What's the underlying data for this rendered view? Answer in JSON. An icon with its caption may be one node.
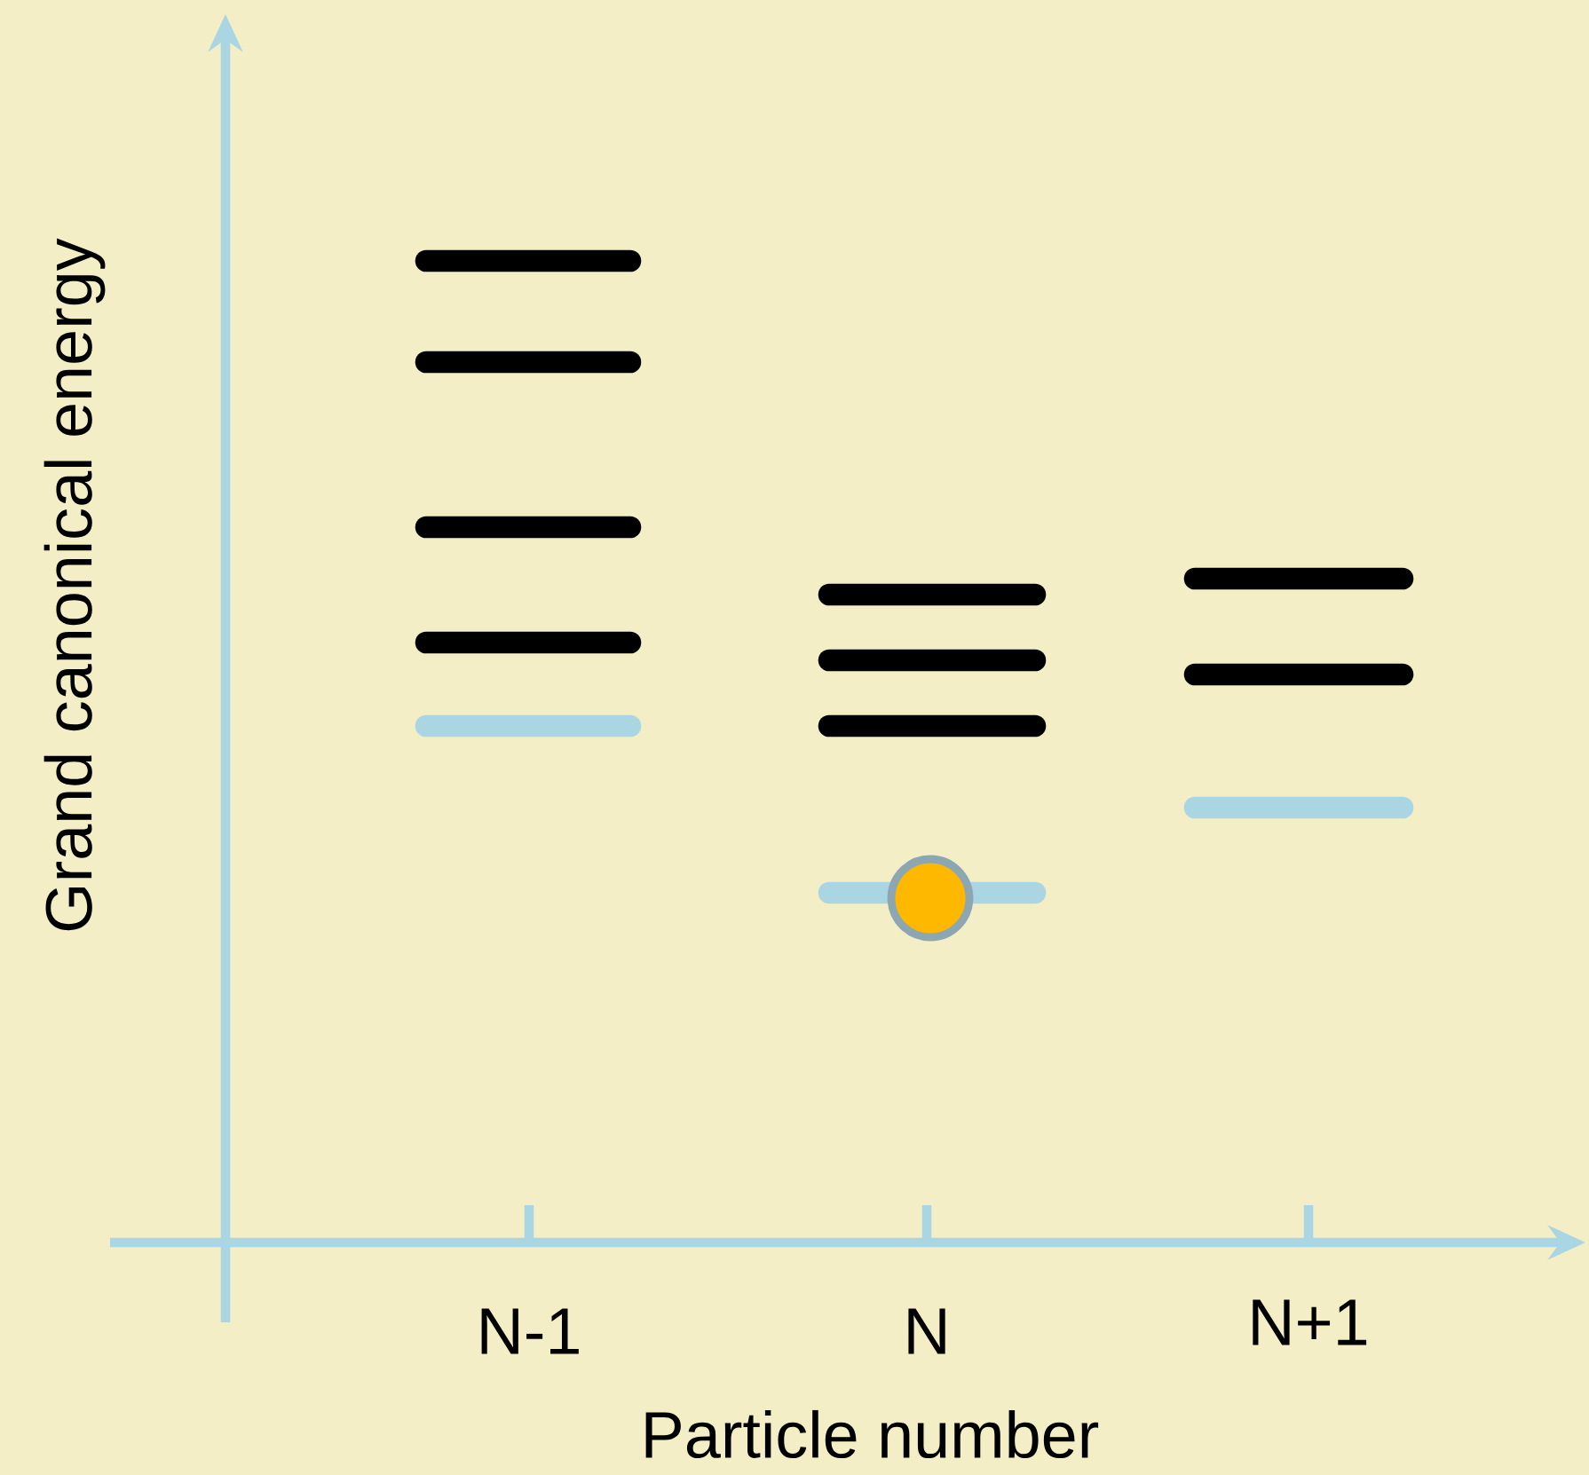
{
  "diagram": {
    "labels": [
      "Grand canonical energy",
      "N-1",
      "N",
      "N+1",
      "Particle number"
    ]
  }
}
